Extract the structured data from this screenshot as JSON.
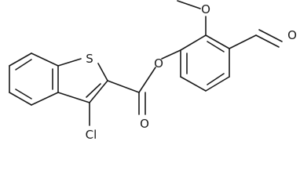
{
  "diagram": {
    "atoms": {
      "sulfur": "S",
      "chlorine": "Cl",
      "ester_oxygen": "O",
      "carbonyl_oxygen": "O",
      "methoxy_oxygen": "O",
      "aldehyde_oxygen": "O"
    }
  }
}
